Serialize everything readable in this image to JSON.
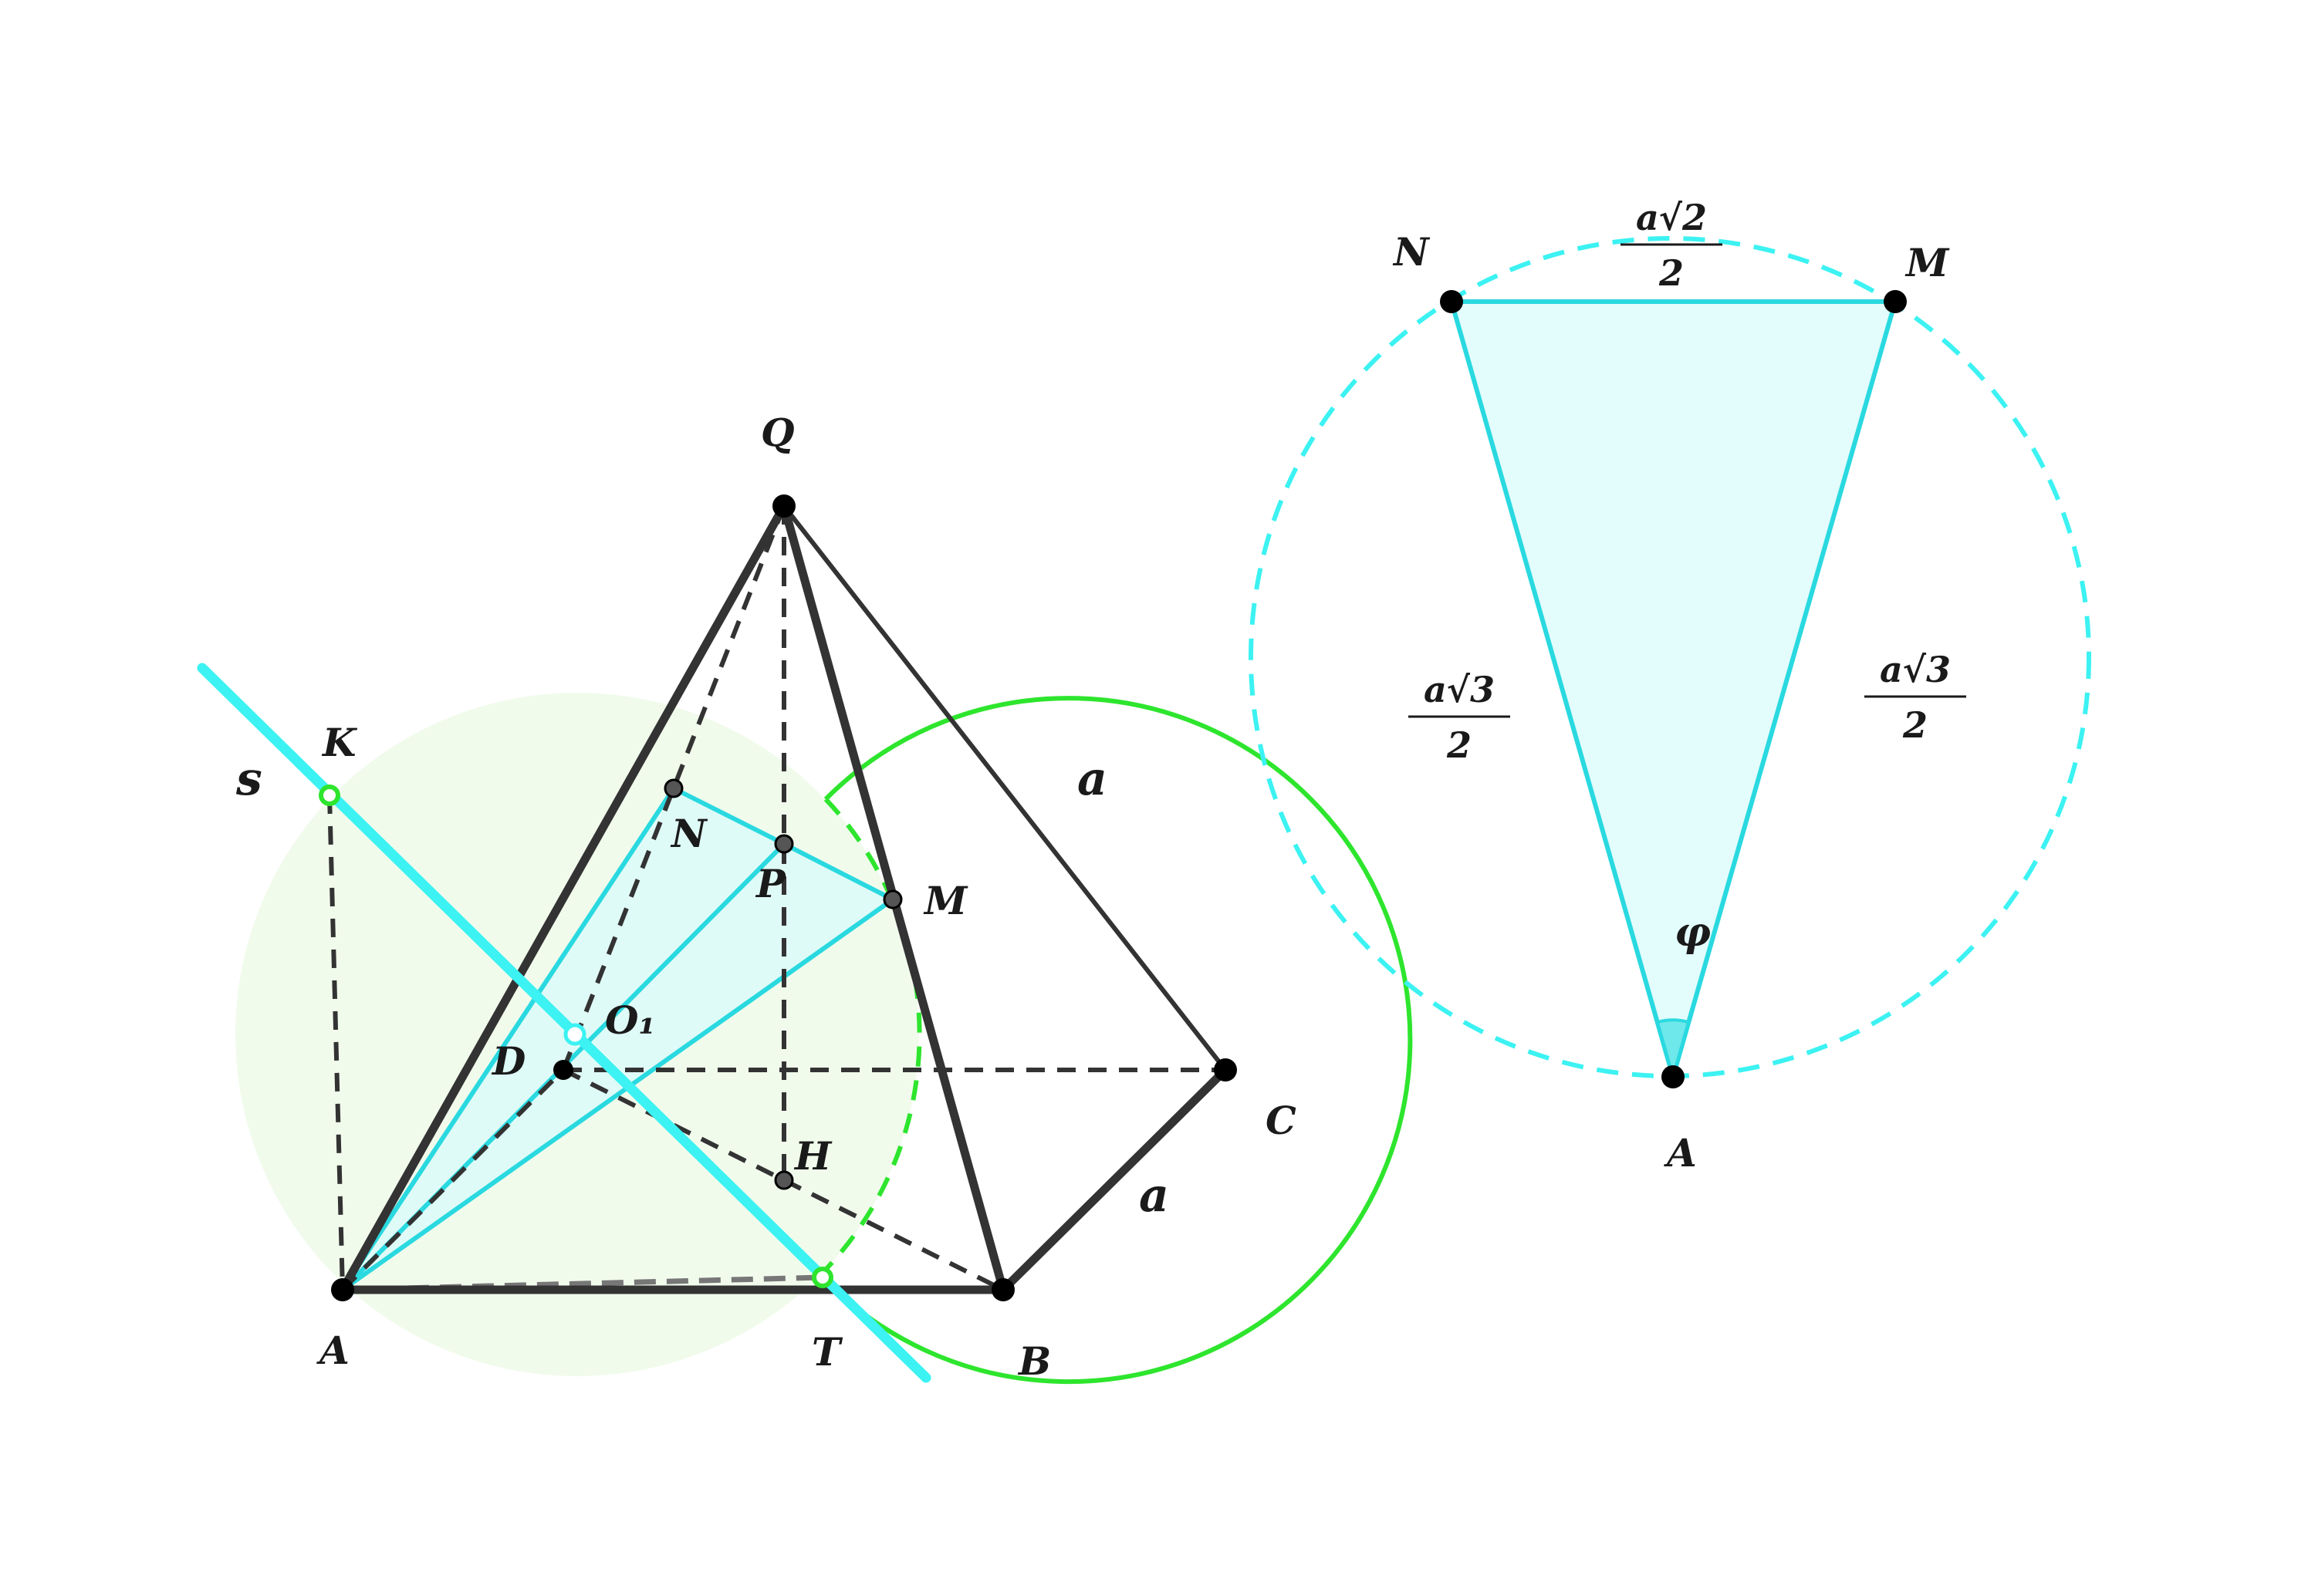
{
  "colors": {
    "edge": "#333333",
    "cyan": "#2ad9e0",
    "cyan_fill": "#d8fbfb",
    "cyan_bright": "#3cf2f2",
    "green": "#2ee52e",
    "green_fill": "#f1fbec",
    "point": "#000000",
    "point_gray": "#555555"
  },
  "pyramid": {
    "labels": {
      "Q": "Q",
      "A": "A",
      "B": "B",
      "C": "C",
      "D": "D",
      "H": "H",
      "N": "N",
      "M": "M",
      "P": "P",
      "O1": "O₁",
      "K": "K",
      "T": "T",
      "s": "s",
      "side_bc": "a",
      "side_qc": "a"
    }
  },
  "cross_section": {
    "labels": {
      "N": "N",
      "M": "M",
      "A": "A",
      "phi": "φ"
    },
    "nm_length": {
      "numerator": "a√2",
      "denominator": "2"
    },
    "an_length": {
      "numerator": "a√3",
      "denominator": "2"
    },
    "am_length": {
      "numerator": "a√3",
      "denominator": "2"
    }
  }
}
